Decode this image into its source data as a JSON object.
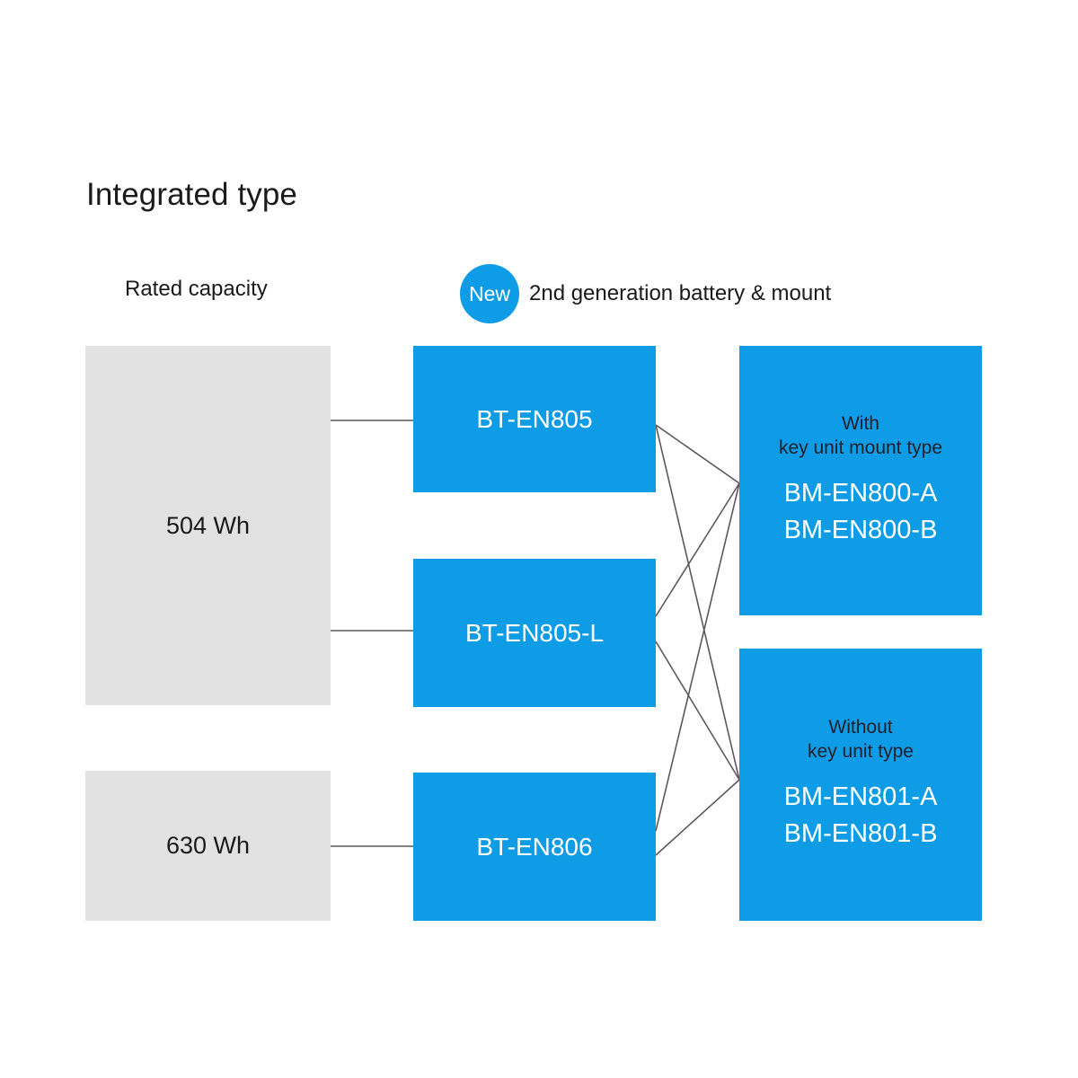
{
  "page": {
    "title": "Integrated type",
    "background_color": "#ffffff",
    "accent_color": "#0d9ce5",
    "muted_color": "#e2e2e2",
    "connector_color": "#595959"
  },
  "columns": {
    "capacity_heading": "Rated capacity",
    "generation_badge": "New",
    "generation_heading": "2nd generation battery & mount"
  },
  "capacities": [
    {
      "label": "504 Wh"
    },
    {
      "label": "630 Wh"
    }
  ],
  "batteries": [
    {
      "label": "BT-EN805"
    },
    {
      "label": "BT-EN805-L"
    },
    {
      "label": "BT-EN806"
    }
  ],
  "mounts": [
    {
      "kind": "With\nkey unit mount type",
      "model_a": "BM-EN800-A",
      "model_b": "BM-EN800-B"
    },
    {
      "kind": "Without\nkey unit type",
      "model_a": "BM-EN801-A",
      "model_b": "BM-EN801-B"
    }
  ]
}
